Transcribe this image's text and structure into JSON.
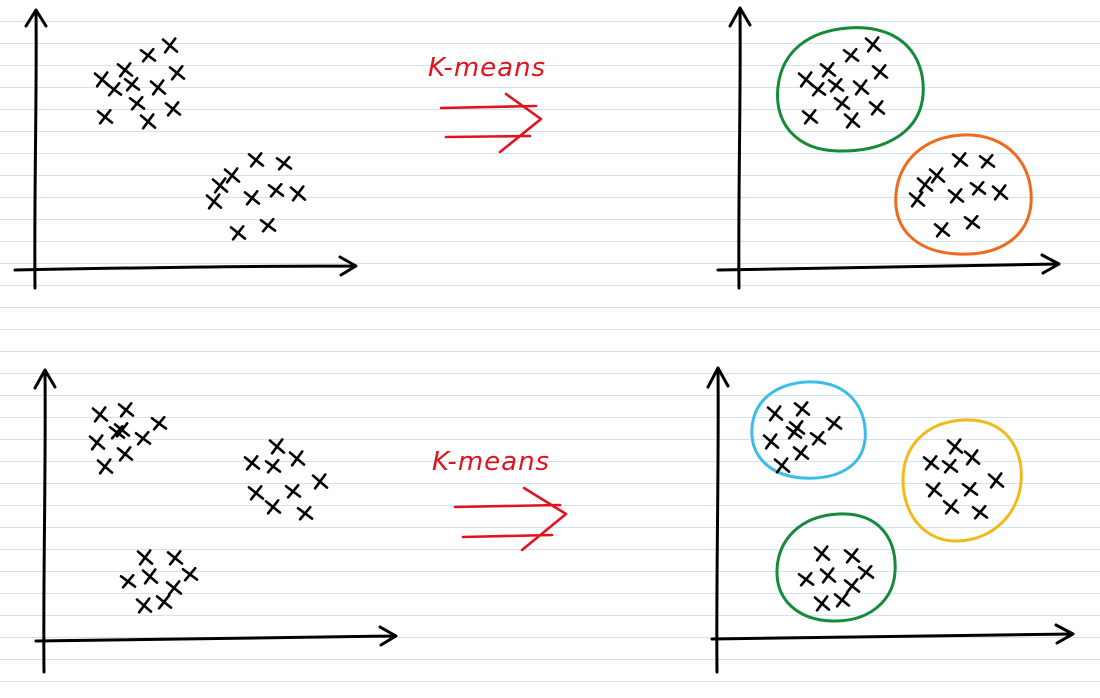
{
  "colors": {
    "ink": "#000000",
    "annotation": "#e0131e",
    "ruled_line": "#cfe3f4",
    "cluster_green": "#168a3b",
    "cluster_orange": "#ee6a1d",
    "cluster_blue": "#3cbce8",
    "cluster_yellow": "#f2b91b"
  },
  "examples": [
    {
      "arrow_label": "K-means",
      "input": {
        "clusters": [
          {
            "points": 12
          },
          {
            "points": 10
          }
        ]
      },
      "output": {
        "clusters": [
          {
            "points": 12,
            "color": "#168a3b"
          },
          {
            "points": 10,
            "color": "#ee6a1d"
          }
        ]
      }
    },
    {
      "arrow_label": "K-means",
      "input": {
        "clusters": [
          {
            "points": 9
          },
          {
            "points": 9
          },
          {
            "points": 8
          }
        ]
      },
      "output": {
        "clusters": [
          {
            "points": 9,
            "color": "#3cbce8"
          },
          {
            "points": 9,
            "color": "#f2b91b"
          },
          {
            "points": 8,
            "color": "#168a3b"
          }
        ]
      }
    }
  ]
}
